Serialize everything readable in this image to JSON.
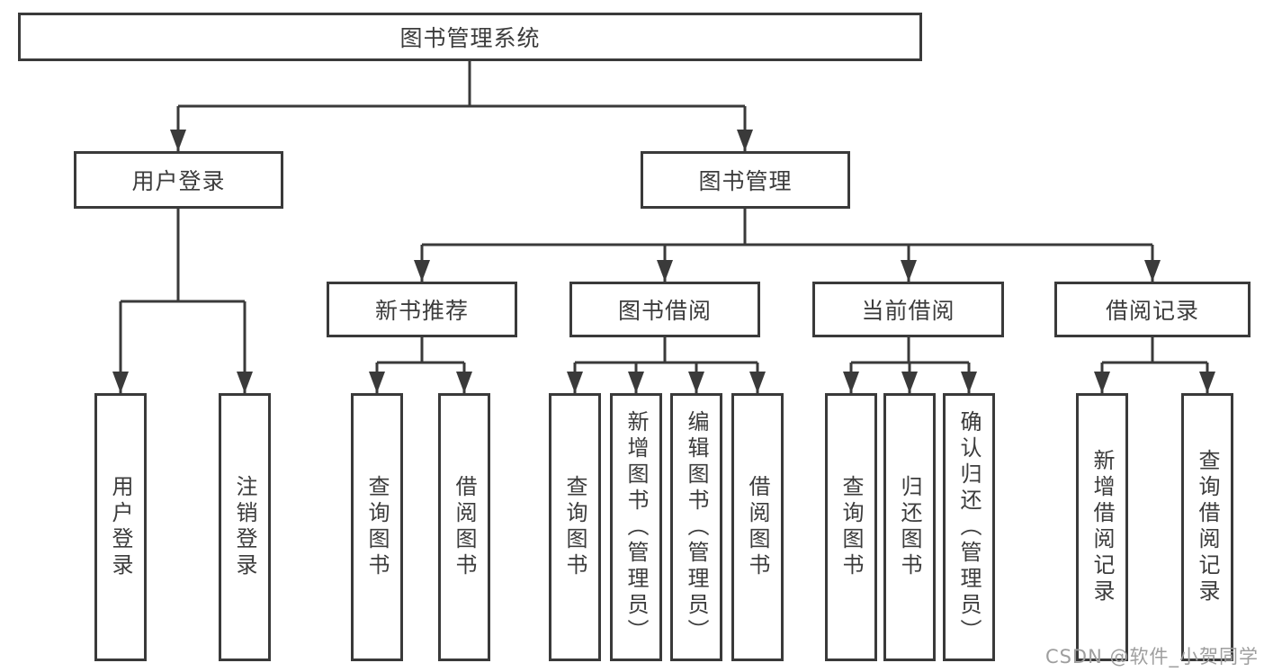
{
  "diagram_title": "图书管理系统",
  "tree": {
    "label": "图书管理系统",
    "children": [
      {
        "label": "用户登录",
        "children": [
          {
            "label": "用户登录"
          },
          {
            "label": "注销登录"
          }
        ]
      },
      {
        "label": "图书管理",
        "children": [
          {
            "label": "新书推荐",
            "children": [
              {
                "label": "查询图书"
              },
              {
                "label": "借阅图书"
              }
            ]
          },
          {
            "label": "图书借阅",
            "children": [
              {
                "label": "查询图书"
              },
              {
                "label": "新增图书（管理员）"
              },
              {
                "label": "编辑图书（管理员）"
              },
              {
                "label": "借阅图书"
              }
            ]
          },
          {
            "label": "当前借阅",
            "children": [
              {
                "label": "查询图书"
              },
              {
                "label": "归还图书"
              },
              {
                "label": "确认归还（管理员）"
              }
            ]
          },
          {
            "label": "借阅记录",
            "children": [
              {
                "label": "新增借阅记录"
              },
              {
                "label": "查询借阅记录"
              }
            ]
          }
        ]
      }
    ]
  },
  "colors": {
    "line": "#3a3a3a",
    "text": "#3c3c3c",
    "watermark_gray": "#9e9e9e"
  },
  "watermark": "CSDN @软件_小贺同学"
}
